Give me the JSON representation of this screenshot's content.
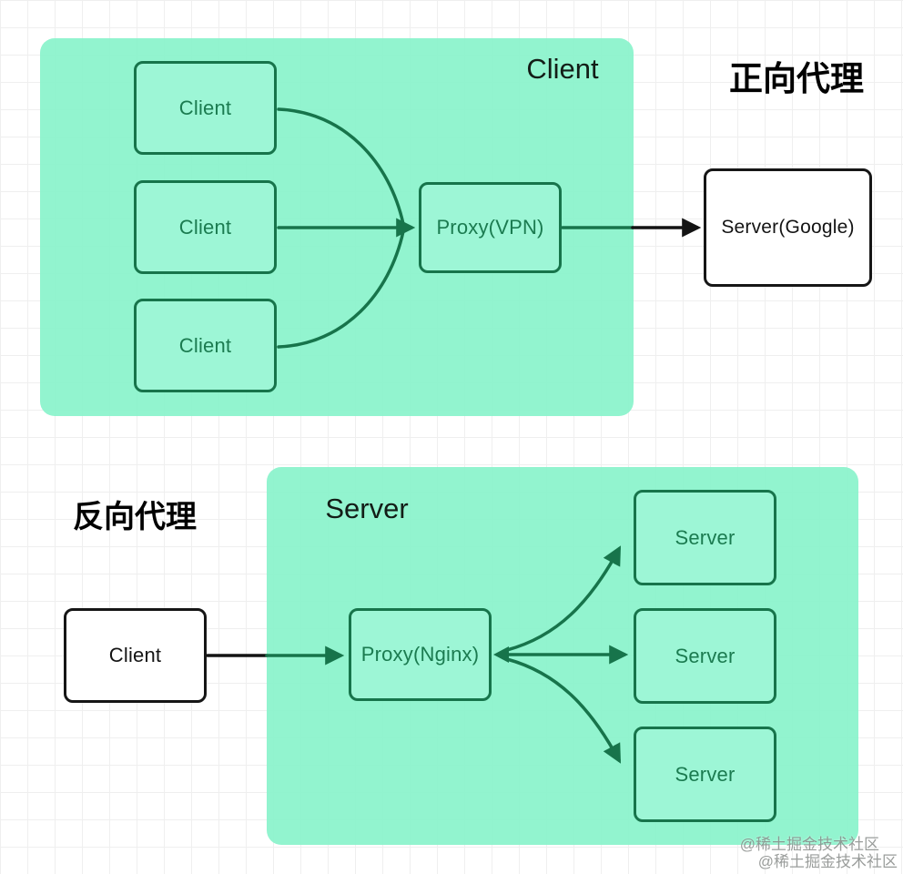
{
  "diagram": {
    "forward_proxy": {
      "region_label": "正向代理",
      "panel_title": "Client",
      "clients": [
        "Client",
        "Client",
        "Client"
      ],
      "proxy_label": "Proxy(VPN)",
      "server_label": "Server(Google)"
    },
    "reverse_proxy": {
      "region_label": "反向代理",
      "panel_title": "Server",
      "client_label": "Client",
      "proxy_label": "Proxy(Nginx)",
      "servers": [
        "Server",
        "Server",
        "Server"
      ]
    }
  },
  "watermarks": {
    "line1": "@稀土掘金技术社区",
    "line2": "@稀土掘金技术社区"
  },
  "colors": {
    "panel_fill": "#86f3ca",
    "node_fill": "#9df6d6",
    "node_stroke": "#17744b",
    "node_text": "#1b7b50",
    "black_stroke": "#141414",
    "grid_line": "#efefef",
    "watermark": "#7d827f"
  }
}
